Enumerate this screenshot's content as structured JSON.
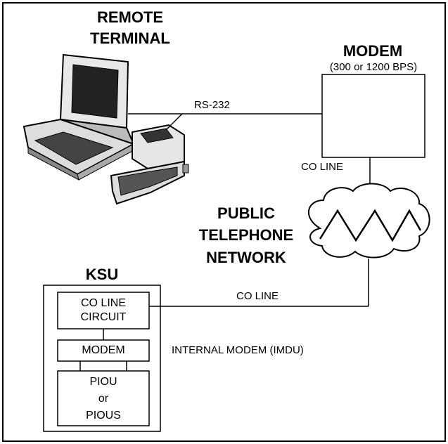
{
  "labels": {
    "remote_terminal_line1": "REMOTE",
    "remote_terminal_line2": "TERMINAL",
    "modem_title": "MODEM",
    "modem_speed": "(300 or 1200 BPS)",
    "rs232": "RS-232",
    "co_line_top": "CO LINE",
    "public_line1": "PUBLIC",
    "public_line2": "TELEPHONE",
    "public_line3": "NETWORK",
    "ksu": "KSU",
    "co_line_bottom": "CO LINE",
    "internal_modem": "INTERNAL MODEM (IMDU)"
  },
  "ksu_boxes": {
    "co_line_circuit_line1": "CO LINE",
    "co_line_circuit_line2": "CIRCUIT",
    "modem": "MODEM",
    "piou_line1": "PIOU",
    "piou_line2": "or",
    "piou_line3": "PIOUS"
  }
}
